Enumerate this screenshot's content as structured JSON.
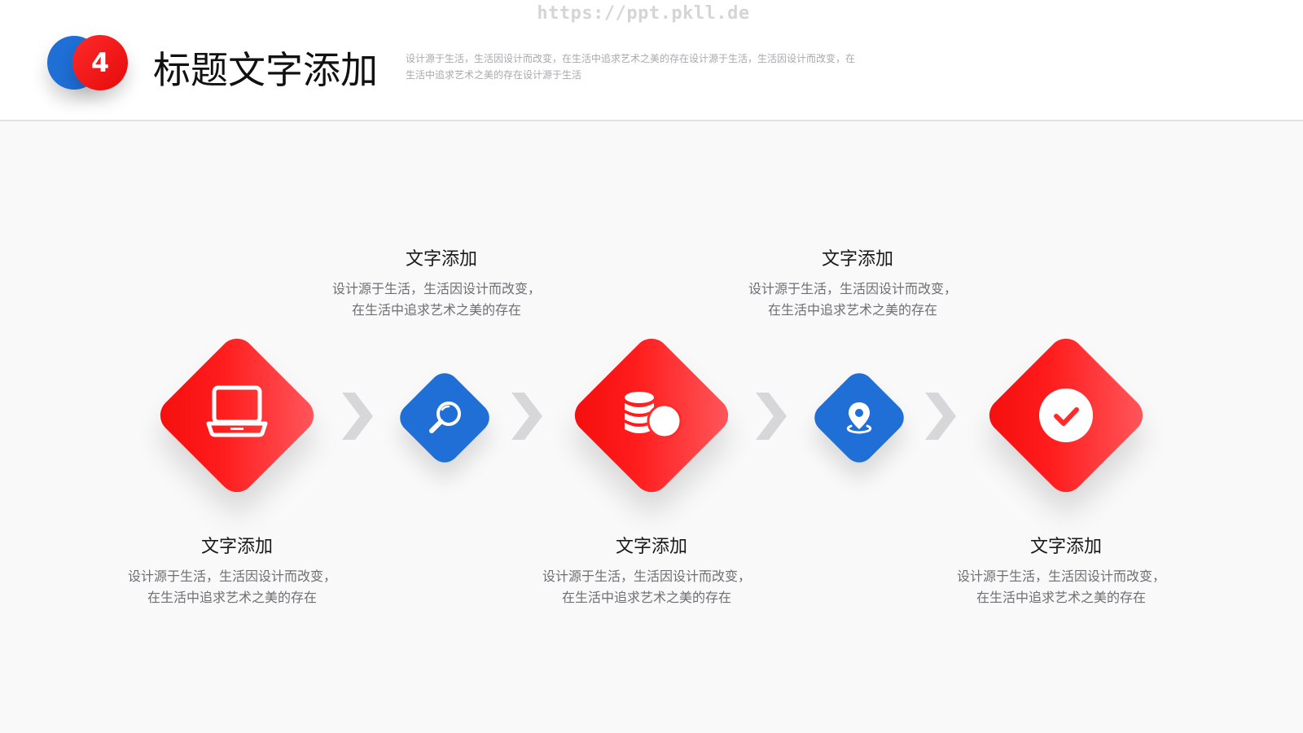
{
  "watermark": "https://ppt.pkll.de",
  "header": {
    "number": "4",
    "title": "标题文字添加",
    "description": "设计源于生活，生活因设计而改变，在生活中追求艺术之美的存在设计源于生活，生活因设计而改变，在生活中追求艺术之美的存在设计源于生活"
  },
  "colors": {
    "accent_red": "#ff1c1c",
    "accent_blue": "#1f6fd6",
    "chevron": "#d7d7da"
  },
  "steps": [
    {
      "icon": "laptop-icon",
      "color": "red",
      "title": "文字添加",
      "desc_line1": "设计源于生活，生活因设计而改变，",
      "desc_line2": "在生活中追求艺术之美的存在"
    },
    {
      "icon": "search-icon",
      "color": "blue",
      "title": "文字添加",
      "desc_line1": "设计源于生活，生活因设计而改变，",
      "desc_line2": "在生活中追求艺术之美的存在"
    },
    {
      "icon": "coins-icon",
      "color": "red",
      "title": "文字添加",
      "desc_line1": "设计源于生活，生活因设计而改变，",
      "desc_line2": "在生活中追求艺术之美的存在"
    },
    {
      "icon": "location-pin-icon",
      "color": "blue",
      "title": "文字添加",
      "desc_line1": "设计源于生活，生活因设计而改变，",
      "desc_line2": "在生活中追求艺术之美的存在"
    },
    {
      "icon": "check-circle-icon",
      "color": "red",
      "title": "文字添加",
      "desc_line1": "设计源于生活，生活因设计而改变，",
      "desc_line2": "在生活中追求艺术之美的存在"
    }
  ]
}
